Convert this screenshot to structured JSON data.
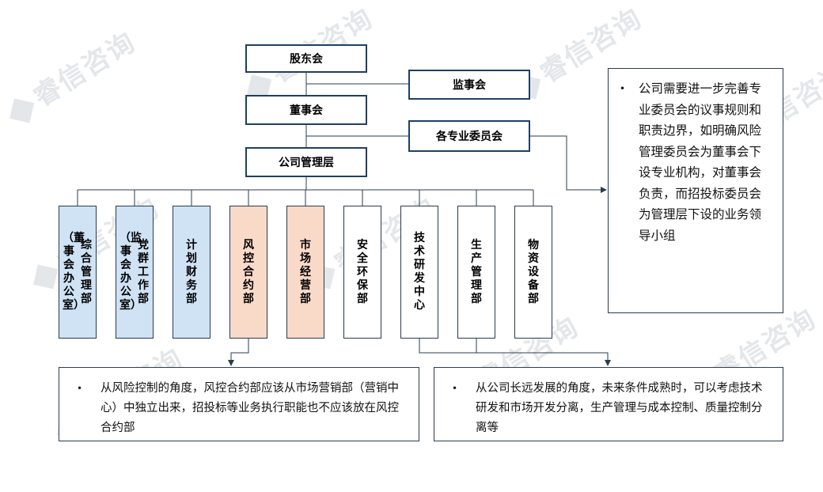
{
  "watermark": "睿信咨询",
  "top": {
    "shareholders": "股东会",
    "supervisors": "监事会",
    "board": "董事会",
    "committees": "各专业委员会",
    "management": "公司管理层"
  },
  "departments": [
    {
      "col1": "综合管理部",
      "col2": "（董事会办公室）",
      "color": "blue"
    },
    {
      "col1": "党群工作部",
      "col2": "（监事会办公室）",
      "color": "blue"
    },
    {
      "col1": "计划财务部",
      "col2": "",
      "color": "blue"
    },
    {
      "col1": "风控合约部",
      "col2": "",
      "color": "peach"
    },
    {
      "col1": "市场经营部",
      "col2": "",
      "color": "peach"
    },
    {
      "col1": "安全环保部",
      "col2": "",
      "color": "white"
    },
    {
      "col1": "技术研发中心",
      "col2": "",
      "color": "white"
    },
    {
      "col1": "生产管理部",
      "col2": "",
      "color": "white"
    },
    {
      "col1": "物资设备部",
      "col2": "",
      "color": "white"
    }
  ],
  "notes": {
    "right": "公司需要进一步完善专业委员会的议事规则和职责边界，如明确风险管理委员会为董事会下设专业机构，对董事会负责，而招投标委员会为管理层下设的业务领导小组",
    "bottom_left": "从风险控制的角度，风控合约部应该从市场营销部（营销中心）中独立出来，招投标等业务执行职能也不应该放在风控合约部",
    "bottom_right": "从公司长远发展的角度，未来条件成熟时，可以考虑技术研发和市场开发分离，生产管理与成本控制、质量控制分离等"
  },
  "colors": {
    "border": "#1f3f63",
    "blue": "#cfe3f5",
    "peach": "#f9dac8"
  }
}
